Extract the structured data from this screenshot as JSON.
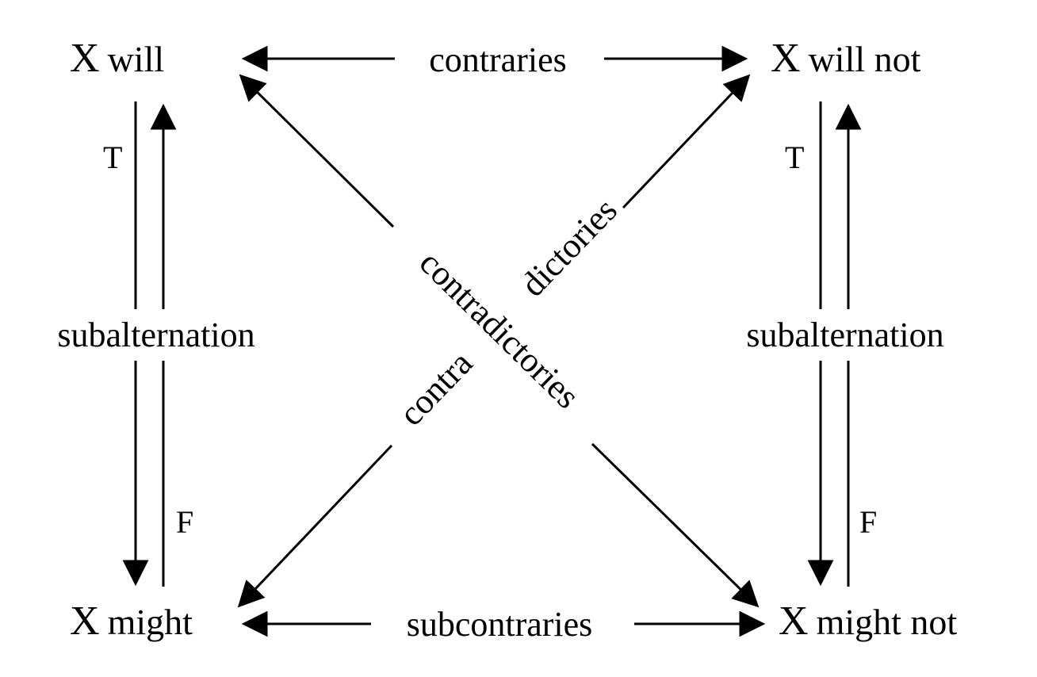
{
  "corners": {
    "top_left": {
      "symbol": "X",
      "word": "will"
    },
    "top_right": {
      "symbol": "X",
      "word": "will not"
    },
    "bottom_left": {
      "symbol": "X",
      "word": "might"
    },
    "bottom_right": {
      "symbol": "X",
      "word": "might not"
    }
  },
  "relations": {
    "top": "contraries",
    "bottom": "subcontraries",
    "left": "subalternation",
    "right": "subalternation",
    "diagonal_rising_upper": "dictories",
    "diagonal_rising_lower": "contra",
    "diagonal_falling": "contradictories"
  },
  "truth_labels": {
    "left_top": "T",
    "left_bottom": "F",
    "right_top": "T",
    "right_bottom": "F"
  },
  "colors": {
    "ink": "#000000",
    "background": "#ffffff"
  }
}
